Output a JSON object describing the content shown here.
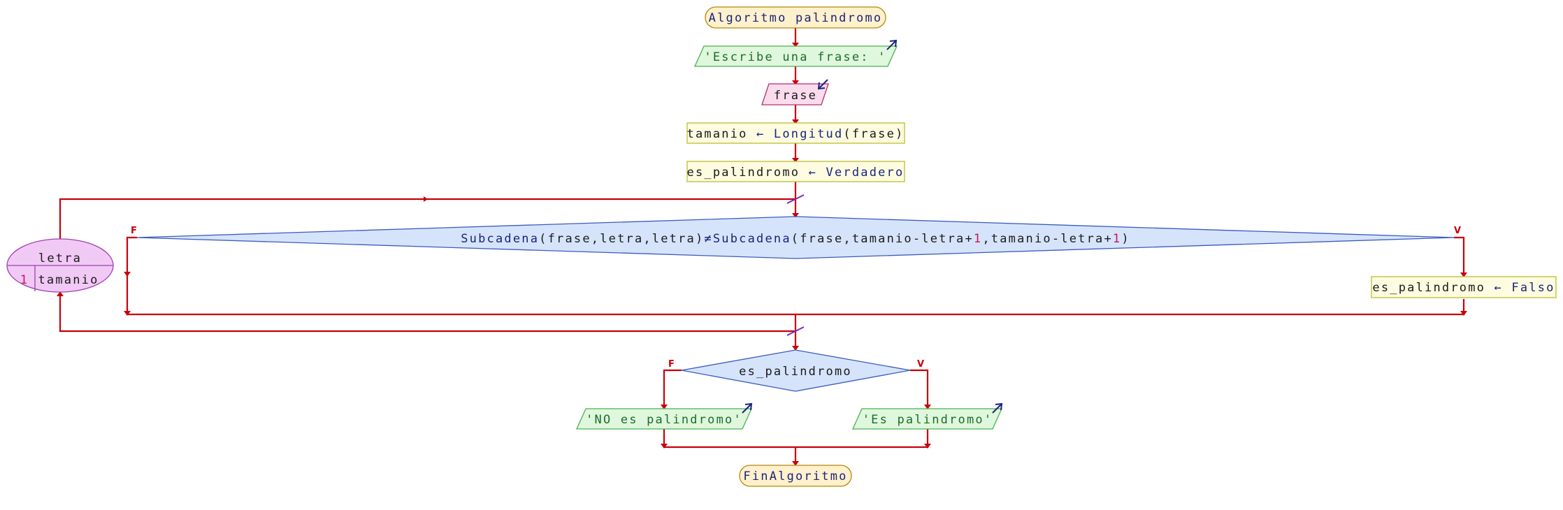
{
  "colors": {
    "flow": "#c8000a",
    "terminal_fill": "#fff1cc",
    "terminal_stroke": "#b8860b",
    "output_fill": "#dff7dc",
    "output_stroke": "#4caf50",
    "input_fill": "#fadcec",
    "input_stroke": "#b03070",
    "process_fill": "#fdfce0",
    "process_stroke": "#bdbd30",
    "decision_fill": "#d6e4fb",
    "decision_stroke": "#3a5bbf",
    "loop_fill": "#f1c9f5",
    "loop_stroke": "#a040b0",
    "io_arrow": "#1a237e"
  },
  "start": {
    "label": "Algoritmo palindromo"
  },
  "write1": {
    "label": "'Escribe una frase: '"
  },
  "read1": {
    "label": "frase"
  },
  "assign1": {
    "var": "tamanio",
    "arrow": "←",
    "fn": "Longitud",
    "args": "(frase)"
  },
  "assign2": {
    "var": "es_palindromo",
    "arrow": "←",
    "value": "Verdadero"
  },
  "loop": {
    "var": "letra",
    "from": "1",
    "to": "tamanio"
  },
  "cond1": {
    "parts": [
      "Subcadena",
      "(frase,letra,letra)",
      "≠",
      "Subcadena",
      "(frase,tamanio-letra+",
      "1",
      ",tamanio-letra+",
      "1",
      ")"
    ],
    "false_label": "F",
    "true_label": "V"
  },
  "assign3": {
    "var": "es_palindromo",
    "arrow": "←",
    "value": "Falso"
  },
  "cond2": {
    "label": "es_palindromo",
    "false_label": "F",
    "true_label": "V"
  },
  "write_no": {
    "label": "'NO es palindromo'"
  },
  "write_yes": {
    "label": "'Es palindromo'"
  },
  "end": {
    "label": "FinAlgoritmo"
  }
}
